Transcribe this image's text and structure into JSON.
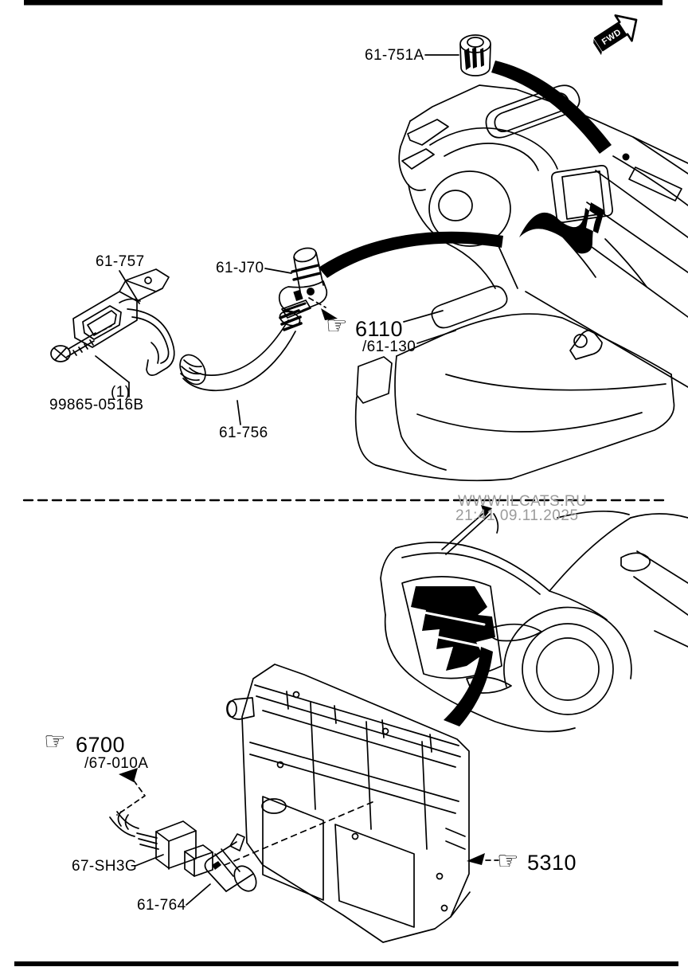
{
  "fwd": {
    "label": "FWD"
  },
  "icons": {
    "hand": "☞"
  },
  "watermark": {
    "site": "WWW.ILCATS.RU",
    "timestamp": "21:41 09.11.2025"
  },
  "top": {
    "p61_751a": "61-751A",
    "p61_757": "61-757",
    "p61_j70": "61-J70",
    "ref6110": "6110",
    "ref6110_sub": "/61-130",
    "p99865_qty": "(1)",
    "p99865": "99865-0516B",
    "p61_756": "61-756"
  },
  "bottom": {
    "ref6700": "6700",
    "ref6700_sub": "/67-010A",
    "p67_sh3g": "67-SH3G",
    "p61_764": "61-764",
    "ref5310": "5310"
  }
}
